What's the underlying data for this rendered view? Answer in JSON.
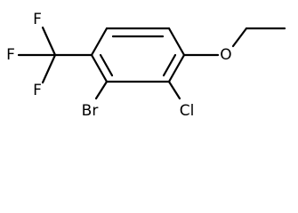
{
  "molecule": {
    "atoms": {
      "fluorine_top": "F",
      "fluorine_left": "F",
      "fluorine_bottom": "F",
      "bromine": "Br",
      "chlorine": "Cl",
      "oxygen": "O"
    }
  }
}
